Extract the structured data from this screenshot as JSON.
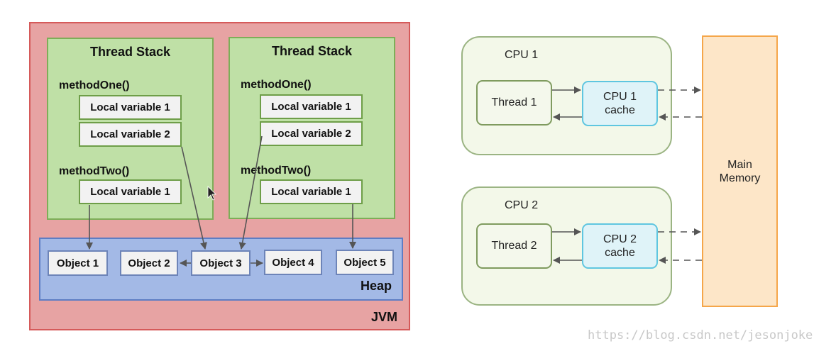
{
  "jvm": {
    "label": "JVM",
    "thread_stacks": [
      {
        "title": "Thread Stack",
        "method_one": "methodOne()",
        "method_one_vars": [
          "Local variable 1",
          "Local variable 2"
        ],
        "method_two": "methodTwo()",
        "method_two_vars": [
          "Local variable 1"
        ]
      },
      {
        "title": "Thread Stack",
        "method_one": "methodOne()",
        "method_one_vars": [
          "Local variable 1",
          "Local variable 2"
        ],
        "method_two": "methodTwo()",
        "method_two_vars": [
          "Local variable 1"
        ]
      }
    ],
    "heap": {
      "label": "Heap",
      "objects": [
        "Object 1",
        "Object 2",
        "Object 3",
        "Object 4",
        "Object 5"
      ]
    }
  },
  "cpu_diagram": {
    "cpus": [
      {
        "label": "CPU 1",
        "thread": "Thread 1",
        "cache_line1": "CPU 1",
        "cache_line2": "cache"
      },
      {
        "label": "CPU 2",
        "thread": "Thread 2",
        "cache_line1": "CPU 2",
        "cache_line2": "cache"
      }
    ],
    "main_memory_line1": "Main",
    "main_memory_line2": "Memory"
  },
  "watermark": "https://blog.csdn.net/jesonjoke",
  "colors": {
    "jvm_bg": "#e7a3a3",
    "stack_bg": "#bfe0a6",
    "heap_bg": "#a3b9e6",
    "cache_border": "#5fc6e0",
    "memory_bg": "#fde6c8"
  }
}
